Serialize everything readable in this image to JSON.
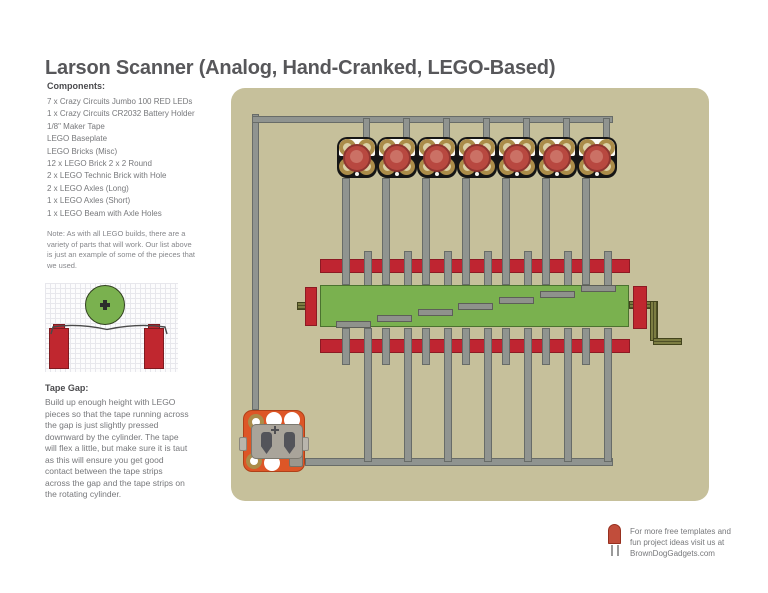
{
  "page": {
    "title": "Larson Scanner (Analog, Hand-Cranked, LEGO-Based)"
  },
  "components": {
    "heading": "Components:",
    "items": [
      "7 x Crazy Circuits Jumbo 100 RED LEDs",
      "1 x Crazy Circuits CR2032 Battery Holder",
      "1/8\" Maker Tape",
      "LEGO Baseplate",
      "LEGO Bricks (Misc)",
      "12 x LEGO Brick 2 x 2 Round",
      "2 x LEGO Technic Brick with Hole",
      "2 x LEGO Axles (Long)",
      "1 x LEGO Axles (Short)",
      "1 x LEGO Beam with Axle Holes"
    ],
    "note": "Note: As with all LEGO builds, there are a variety of parts that will work. Our list above is just an example of some of the pieces that we used."
  },
  "tape_gap": {
    "heading": "Tape Gap:",
    "body": "Build up enough height with LEGO pieces so that the tape running across the gap is just slightly pressed downward by the cylinder. The tape will flex a little, but make sure it is taut as this will ensure you get good contact between the tape strips across the gap and the tape strips on the rotating cylinder."
  },
  "footer": {
    "line1": "For more free templates and",
    "line2": "fun project ideas visit us at",
    "line3": "BrownDogGadgets.com"
  },
  "diagram": {
    "led_count": 7,
    "cylinder_strip_count": 7,
    "contact_strips_per_bar": 14,
    "colors": {
      "panel_bg": "#c6c09b",
      "tape": "#909490",
      "tape_border": "#686c68",
      "brick_red": "#bf2531",
      "brick_red_border": "#8c1a23",
      "cylinder_green": "#7ab14f",
      "cylinder_green_border": "#4b722f",
      "cap_red": "#c0272f",
      "led_red": "#b84840",
      "led_red_inner": "#cb7165",
      "led_red_border": "#8e3530",
      "gold_pad": "#ab8c49",
      "gold_pad_bg": "#dbd0a6",
      "battery_orange": "#dd5627",
      "battery_orange_border": "#b04018",
      "clip_gray": "#a9a49a",
      "clip_gray_border": "#7c7970",
      "key_slot": "#53545a",
      "axle_olive": "#717237",
      "axle_olive_border": "#43441d"
    }
  }
}
